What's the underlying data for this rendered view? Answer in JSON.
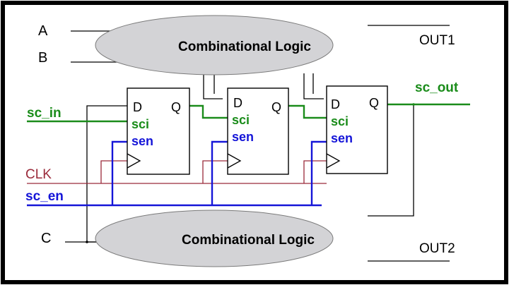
{
  "colors": {
    "frame": "#000000",
    "cloud_fill": "#d3d3d6",
    "scan_green": "#1a8c1a",
    "enable_blue": "#1515d8",
    "clock_red": "#9a2a3a",
    "wire_black": "#000000"
  },
  "logic": {
    "top_label": "Combinational Logic",
    "bottom_label": "Combinational Logic"
  },
  "inputs": {
    "a": "A",
    "b": "B",
    "c": "C",
    "sc_in": "sc_in",
    "clk": "CLK",
    "sc_en": "sc_en"
  },
  "outputs": {
    "out1": "OUT1",
    "out2": "OUT2",
    "sc_out": "sc_out"
  },
  "flipflops": [
    {
      "d": "D",
      "q": "Q",
      "sci": "sci",
      "sen": "sen"
    },
    {
      "d": "D",
      "q": "Q",
      "sci": "sci",
      "sen": "sen"
    },
    {
      "d": "D",
      "q": "Q",
      "sci": "sci",
      "sen": "sen"
    }
  ]
}
